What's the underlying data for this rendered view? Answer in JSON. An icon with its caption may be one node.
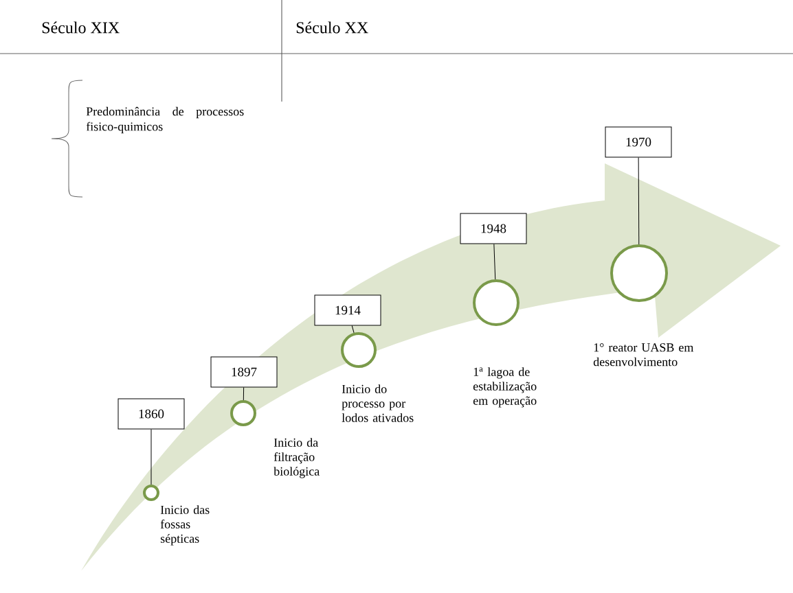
{
  "diagram": {
    "nodes": [
      {
        "text": [
          "1860"
        ]
      },
      {
        "text": [],
        "shape": "circle",
        "beside": [
          "Inicio das fossas sépticas"
        ]
      },
      {
        "text": [
          "1897"
        ]
      },
      {
        "text": [],
        "shape": "circle",
        "beside": [
          "Inicio da filtração biológica"
        ]
      },
      {
        "text": [
          "1914"
        ]
      },
      {
        "text": [],
        "shape": "circle",
        "beside": [
          "Inicio do processo por lodos ativados"
        ]
      },
      {
        "text": [
          "1948"
        ]
      },
      {
        "text": [],
        "shape": "circle",
        "beside": [
          "1$^{a}$ lagoa de estabilização em operação"
        ]
      },
      {
        "text": [
          "1970"
        ]
      },
      {
        "text": [],
        "shape": "circle",
        "beside": [
          "1° reator UASB em desenvolvimento"
        ]
      }
    ],
    "edges": [
      {
        "from": 0,
        "to": 1,
        "arrow": "none"
      },
      {
        "from": 2,
        "to": 3,
        "arrow": "none"
      },
      {
        "from": 4,
        "to": 5,
        "arrow": "none"
      },
      {
        "from": 6,
        "to": 7,
        "arrow": "none"
      },
      {
        "from": 8,
        "to": 9,
        "arrow": "none"
      }
    ],
    "labels": [
      "Século XIX",
      "Século XX",
      "Predominância de processos fisico-quimicos"
    ]
  }
}
